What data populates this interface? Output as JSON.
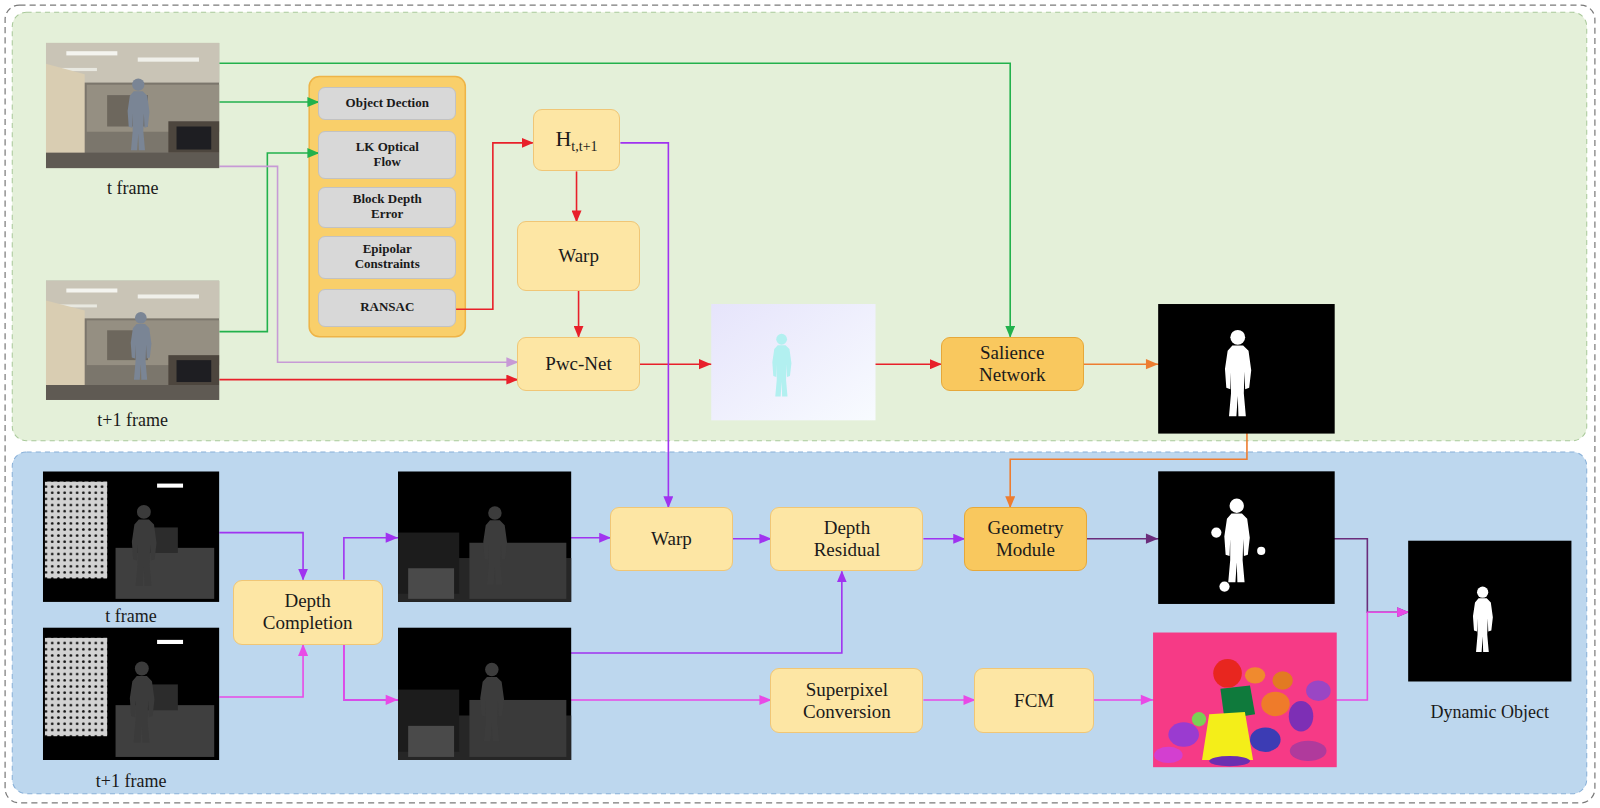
{
  "diagram": {
    "nodes": [
      {
        "text": [
          "t frame"
        ]
      },
      {
        "text": [
          "Object Dection"
        ]
      },
      {
        "text": [
          "LK Optical Flow"
        ]
      },
      {
        "text": [
          "Block Depth Error"
        ]
      },
      {
        "text": [
          "Epipolar Constraints"
        ]
      },
      {
        "text": [
          "RANSAC"
        ]
      },
      {
        "text": [
          "H",
          "t,t+1"
        ]
      },
      {
        "text": [
          "Warp"
        ]
      },
      {
        "text": [
          "t+1 frame"
        ]
      },
      {
        "text": [
          "Pwc-Net"
        ]
      },
      {
        "text": [
          "Salience Network"
        ]
      },
      {
        "text": [
          "t frame"
        ]
      },
      {
        "text": [
          "t+1 frame"
        ]
      },
      {
        "text": [
          "Depth Completion"
        ]
      },
      {
        "text": [
          "Warp"
        ]
      },
      {
        "text": [
          "Depth Residual"
        ]
      },
      {
        "text": [
          "Geometry Module"
        ]
      },
      {
        "text": [
          "Superpixel Conversion"
        ]
      },
      {
        "text": [
          "FCM"
        ]
      },
      {
        "text": [
          "Dynamic Object"
        ]
      }
    ],
    "edges": [
      {
        "from": 0,
        "to": 1,
        "arrow": "to"
      },
      {
        "from": 8,
        "to": 2,
        "arrow": "to"
      },
      {
        "from": 0,
        "to": 10,
        "arrow": "to"
      },
      {
        "from": 0,
        "to": 9,
        "arrow": "to"
      },
      {
        "from": 5,
        "to": 6,
        "arrow": "to"
      },
      {
        "from": 6,
        "to": 7,
        "arrow": "to"
      },
      {
        "from": 7,
        "to": 9,
        "arrow": "to"
      },
      {
        "from": 8,
        "to": 9,
        "arrow": "to"
      },
      {
        "from": 9,
        "to": 10,
        "arrow": "to"
      },
      {
        "from": 10,
        "to": 16,
        "arrow": "to"
      },
      {
        "from": 6,
        "to": 14,
        "arrow": "to"
      },
      {
        "from": 11,
        "to": 13,
        "arrow": "to"
      },
      {
        "from": 12,
        "to": 13,
        "arrow": "to"
      },
      {
        "from": 13,
        "to": 14,
        "arrow": "to"
      },
      {
        "from": 13,
        "to": 15,
        "arrow": "to"
      },
      {
        "from": 13,
        "to": 17,
        "arrow": "to"
      },
      {
        "from": 14,
        "to": 15,
        "arrow": "to"
      },
      {
        "from": 15,
        "to": 16,
        "arrow": "to"
      },
      {
        "from": 16,
        "to": 19,
        "arrow": "to"
      },
      {
        "from": 17,
        "to": 18,
        "arrow": "to"
      },
      {
        "from": 18,
        "to": 19,
        "arrow": "to"
      }
    ]
  }
}
